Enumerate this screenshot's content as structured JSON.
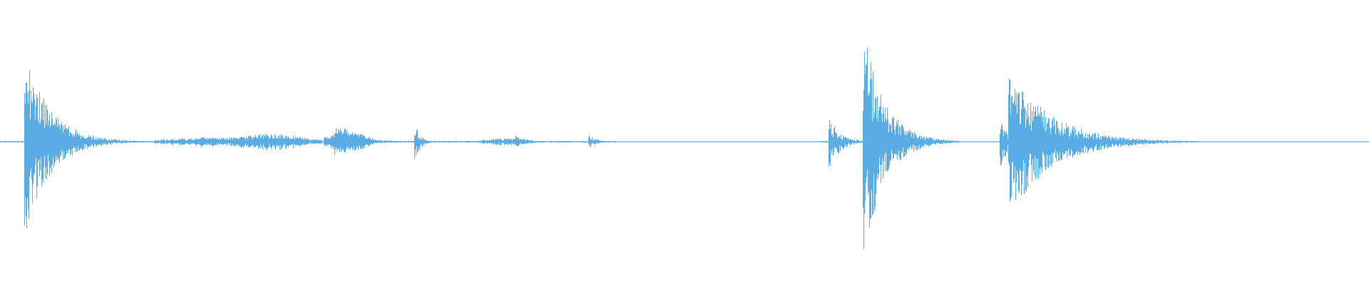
{
  "waveform": {
    "color": "#5aace4",
    "background": "#ffffff",
    "baseline_amplitude": 0.005,
    "events": [
      {
        "time": 0.018,
        "peak_up": 0.85,
        "peak_down": 0.83,
        "decay": 0.018
      },
      {
        "time": 0.023,
        "peak_up": 0.23,
        "peak_down": 0.18,
        "decay": 0.006
      },
      {
        "time": 0.035,
        "peak_up": 0.28,
        "peak_down": 0.28,
        "decay": 0.012
      },
      {
        "time": 0.047,
        "peak_up": 0.16,
        "peak_down": 0.15,
        "decay": 0.01
      },
      {
        "time": 0.147,
        "peak_up": 0.07,
        "peak_down": 0.05,
        "decay": 0.004
      },
      {
        "time": 0.245,
        "peak_up": 0.15,
        "peak_down": 0.12,
        "decay": 0.015
      },
      {
        "time": 0.252,
        "peak_up": 0.12,
        "peak_down": 0.1,
        "decay": 0.01
      },
      {
        "time": 0.303,
        "peak_up": 0.15,
        "peak_down": 0.18,
        "decay": 0.004
      },
      {
        "time": 0.376,
        "peak_up": 0.06,
        "peak_down": 0.05,
        "decay": 0.008
      },
      {
        "time": 0.43,
        "peak_up": 0.06,
        "peak_down": 0.05,
        "decay": 0.006
      },
      {
        "time": 0.606,
        "peak_up": 0.2,
        "peak_down": 0.22,
        "decay": 0.008
      },
      {
        "time": 0.631,
        "peak_up": 1.0,
        "peak_down": 1.0,
        "decay": 0.015
      },
      {
        "time": 0.737,
        "peak_up": 0.66,
        "peak_down": 0.68,
        "decay": 0.03
      },
      {
        "time": 0.731,
        "peak_up": 0.22,
        "peak_down": 0.25,
        "decay": 0.005
      }
    ],
    "bursts": [
      {
        "start": 0.112,
        "end": 0.235,
        "amplitude": 0.04
      },
      {
        "start": 0.17,
        "end": 0.225,
        "amplitude": 0.07
      },
      {
        "start": 0.236,
        "end": 0.272,
        "amplitude": 0.09
      },
      {
        "start": 0.35,
        "end": 0.39,
        "amplitude": 0.03
      }
    ],
    "silent_gaps": [
      [
        0.08,
        0.095
      ],
      [
        0.45,
        0.6
      ],
      [
        0.66,
        0.73
      ],
      [
        0.8,
        1.0
      ]
    ]
  }
}
